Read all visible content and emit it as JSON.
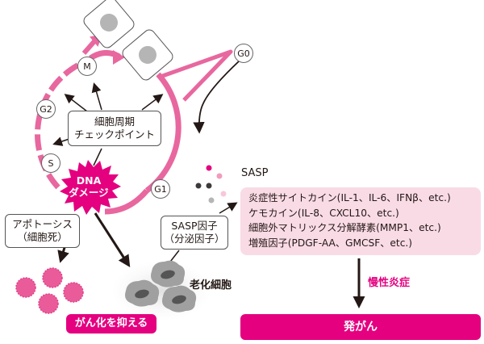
{
  "phases": {
    "m": "M",
    "g2": "G2",
    "s": "S",
    "g1": "G1",
    "g0": "G0"
  },
  "checkpoint": {
    "line1": "細胞周期",
    "line2": "チェックポイント"
  },
  "dna_damage": {
    "line1": "DNA",
    "line2": "ダメージ"
  },
  "apoptosis": {
    "line1": "アポトーシス",
    "line2": "（細胞死）"
  },
  "sasp_factor": {
    "line1": "SASP因子",
    "line2": "（分泌因子）"
  },
  "senescent_cell_label": "老化細胞",
  "sasp": {
    "title": "SASP",
    "items": [
      "炎症性サイトカイン(IL-1、IL-6、IFNβ、etc.)",
      "ケモカイン(IL-8、CXCL10、etc.)",
      "細胞外マトリックス分解酵素(MMP1、etc.)",
      "増殖因子(PDGF-AA、GMCSF、etc.)"
    ]
  },
  "chronic_inflammation_label": "慢性炎症",
  "suppress_cancer_label": "がん化を抑える",
  "carcinogenesis_label": "発がん",
  "colors": {
    "magenta": "#e4007f",
    "cycle_pink": "#e8679f",
    "light_pink_box": "#f9dbe6",
    "apoptotic_cell": "#ea5b9a",
    "senescent_cell_gray": "#9a9a9a"
  }
}
